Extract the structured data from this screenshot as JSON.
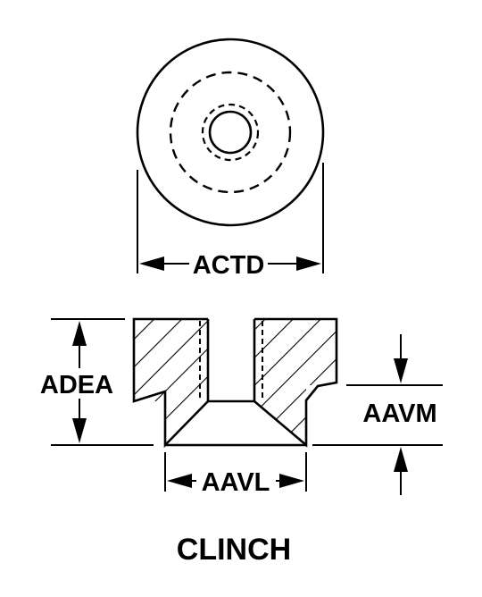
{
  "labels": {
    "top_diameter": "ACTD",
    "overall_height": "ADEA",
    "shank_height": "AAVM",
    "shank_diameter": "AAVL",
    "title": "CLINCH"
  }
}
